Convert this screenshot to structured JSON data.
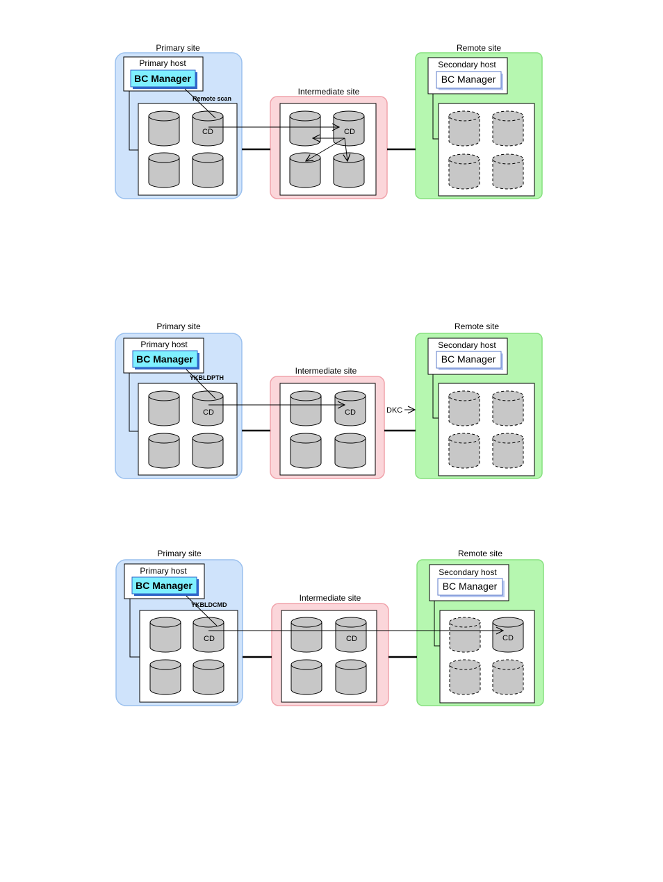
{
  "colors": {
    "primary_site_fill": "#cfe3fb",
    "primary_site_stroke": "#9ac0ee",
    "intermediate_site_fill": "#fbd6da",
    "intermediate_site_stroke": "#f0a3ab",
    "remote_site_fill": "#b6f7b0",
    "remote_site_stroke": "#86e07e",
    "bc_active_fill": "#7ff0ff",
    "bc_active_shadow": "#2f66c8",
    "bc_inactive_shadow": "#b8c8f0",
    "volume_fill": "#c7c7c7"
  },
  "diagrams": [
    {
      "primary_site": "Primary site",
      "primary_host": "Primary host",
      "bc_manager_primary": "BC Manager",
      "command": "Remote scan",
      "intermediate_site": "Intermediate site",
      "remote_site": "Remote site",
      "secondary_host": "Secondary host",
      "bc_manager_secondary": "BC Manager",
      "cd_primary": "CD",
      "cd_intermediate": "CD"
    },
    {
      "primary_site": "Primary site",
      "primary_host": "Primary host",
      "bc_manager_primary": "BC Manager",
      "command": "YKBLDPTH",
      "intermediate_site": "Intermediate site",
      "remote_site": "Remote site",
      "secondary_host": "Secondary host",
      "bc_manager_secondary": "BC Manager",
      "cd_primary": "CD",
      "cd_intermediate": "CD",
      "dkc": "DKC"
    },
    {
      "primary_site": "Primary site",
      "primary_host": "Primary host",
      "bc_manager_primary": "BC Manager",
      "command": "YKBLDCMD",
      "intermediate_site": "Intermediate site",
      "remote_site": "Remote site",
      "secondary_host": "Secondary host",
      "bc_manager_secondary": "BC Manager",
      "cd_primary": "CD",
      "cd_intermediate": "CD",
      "cd_remote": "CD"
    }
  ]
}
